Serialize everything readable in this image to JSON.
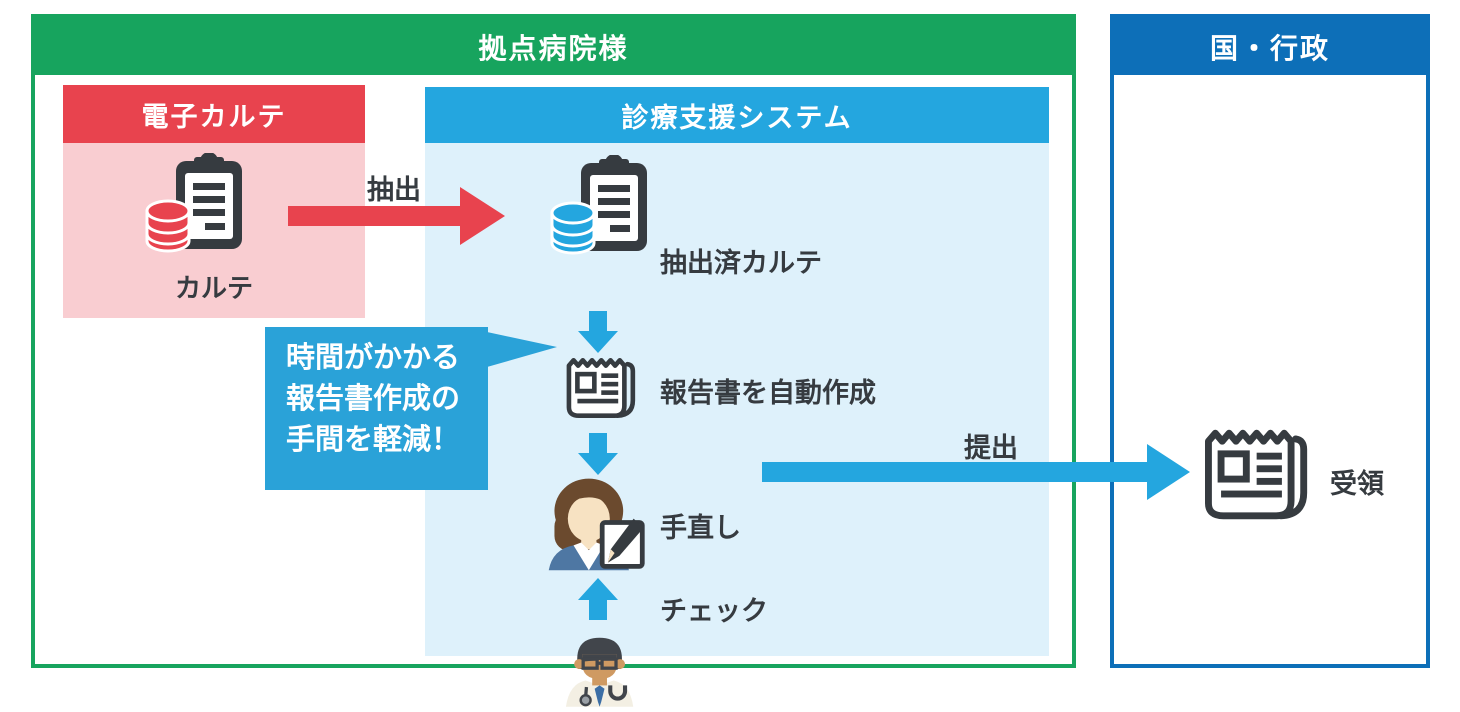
{
  "hospital": {
    "title": "拠点病院様",
    "emr": {
      "title": "電子カルテ",
      "icon": "clipboard-database-icon",
      "caption": "カルテ"
    },
    "extract_arrow": {
      "label": "抽出",
      "icon": "red-right-arrow-icon"
    },
    "system": {
      "title": "診療支援システム",
      "steps": [
        {
          "label": "抽出済カルテ",
          "icon": "clipboard-database-icon"
        },
        {
          "label": "報告書を自動作成",
          "icon": "report-document-icon"
        },
        {
          "label": "手直し",
          "icon": "worker-editing-icon"
        },
        {
          "label": "チェック",
          "icon": "doctor-icon"
        }
      ]
    },
    "callout": {
      "line1": "時間がかかる",
      "line2": "報告書作成の",
      "line3": "手間を軽減！"
    }
  },
  "government": {
    "title": "国・行政",
    "submit_arrow": {
      "label": "提出",
      "icon": "blue-right-arrow-icon"
    },
    "receive": {
      "label": "受領",
      "icon": "report-document-icon"
    }
  },
  "colors": {
    "green": "#17a45e",
    "red": "#e8434e",
    "pink": "#f9cdd1",
    "sky_blue": "#24a6df",
    "callout_blue": "#2aa2d8",
    "pale_blue": "#def1fb",
    "gov_blue": "#0d6fb8",
    "ink": "#363b40"
  }
}
